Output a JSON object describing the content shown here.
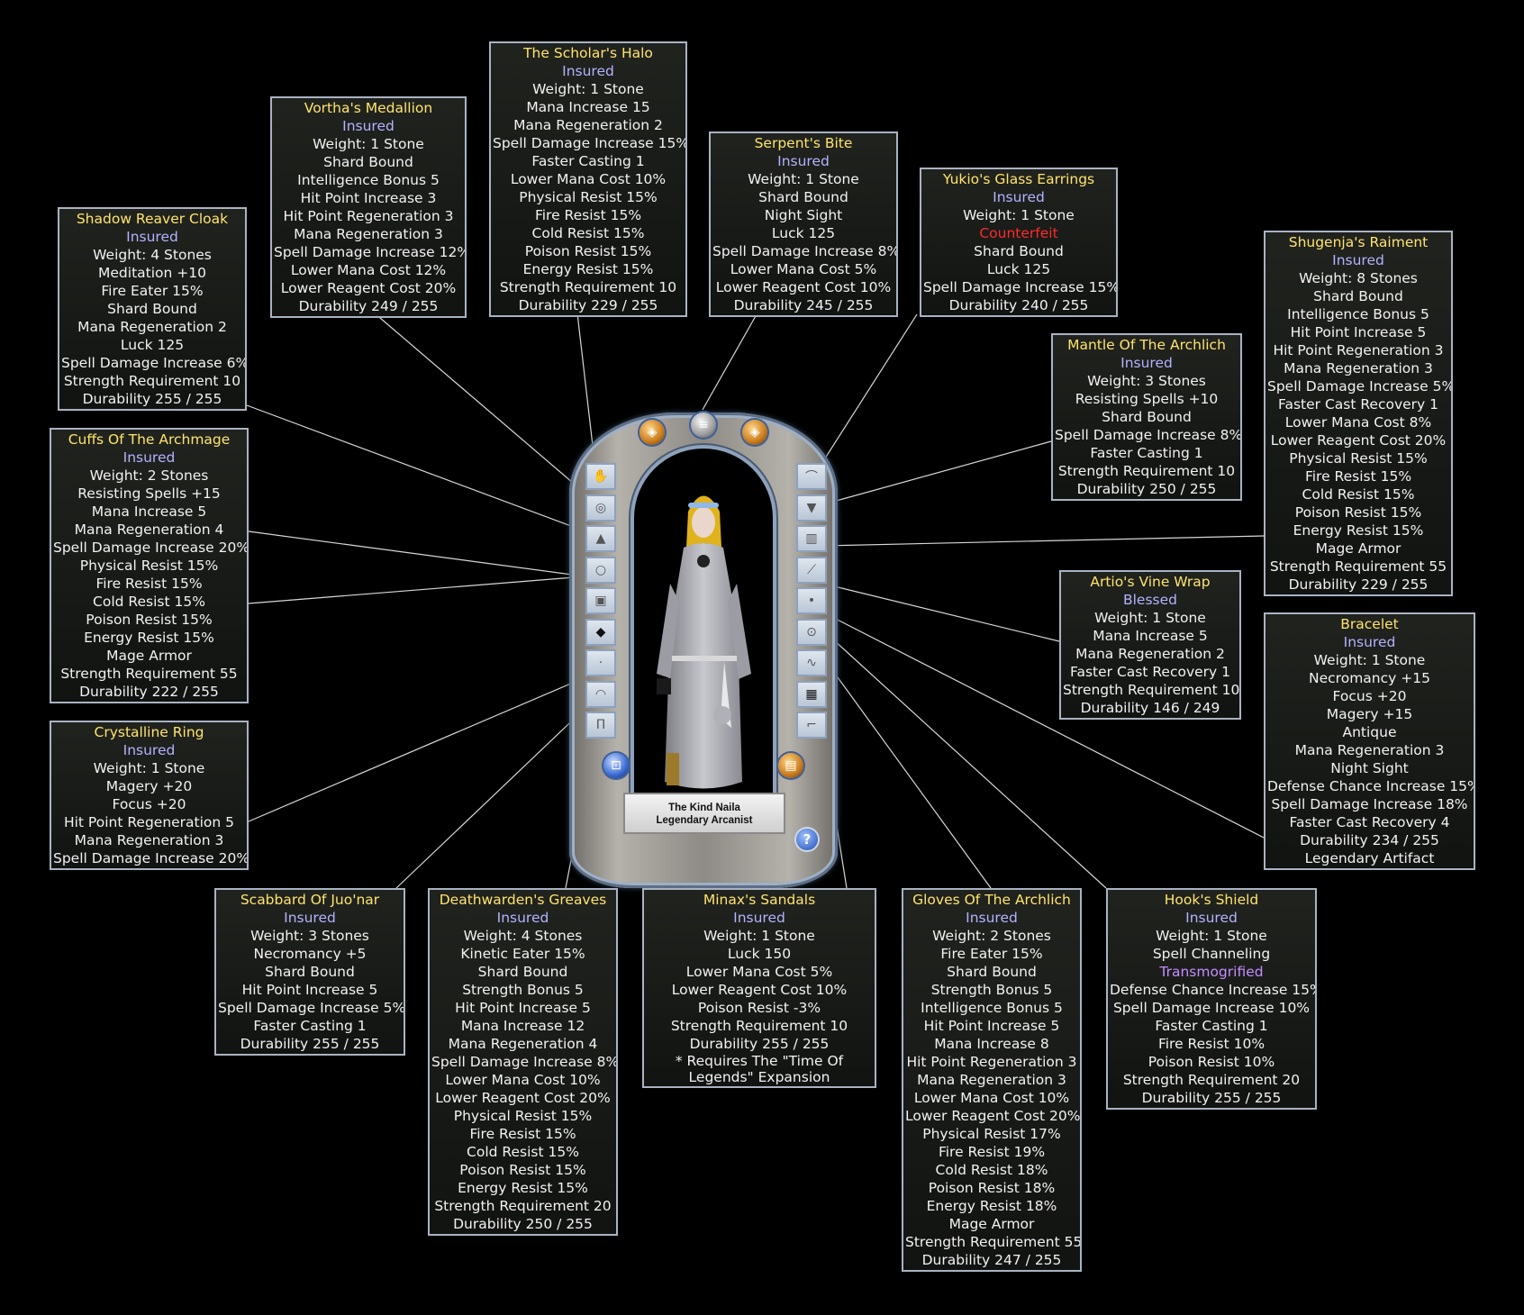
{
  "character": {
    "name": "The Kind Naila",
    "title": "Legendary Arcanist"
  },
  "paperdoll": {
    "left_slot_icons": [
      "gloves-icon",
      "necklace-icon",
      "robe-icon",
      "ring-icon",
      "chest-armor-icon",
      "talisman-icon",
      "earring-icon",
      "bracelet-icon",
      "leggings-icon"
    ],
    "right_slot_icons": [
      "hat-icon",
      "cloak-icon",
      "tunic-icon",
      "waist-icon",
      "ring-icon",
      "bag-icon",
      "sleeves-icon",
      "skirt-icon",
      "feet-icon"
    ],
    "help_label": "?"
  },
  "items": [
    {
      "id": "shadow-reaver-cloak",
      "lines": [
        {
          "t": "Shadow Reaver Cloak",
          "c": "ttl"
        },
        {
          "t": "Insured",
          "c": "ins"
        },
        {
          "t": "Weight: 4 Stones"
        },
        {
          "t": "Meditation +10"
        },
        {
          "t": "Fire Eater 15%"
        },
        {
          "t": "Shard Bound"
        },
        {
          "t": "Mana Regeneration 2"
        },
        {
          "t": "Luck 125"
        },
        {
          "t": "Spell Damage Increase 6%"
        },
        {
          "t": "Strength Requirement 10"
        },
        {
          "t": "Durability 255 / 255"
        }
      ]
    },
    {
      "id": "vorthas-medallion",
      "lines": [
        {
          "t": "Vortha's Medallion",
          "c": "ttl"
        },
        {
          "t": "Insured",
          "c": "ins"
        },
        {
          "t": "Weight: 1 Stone"
        },
        {
          "t": "Shard Bound"
        },
        {
          "t": "Intelligence Bonus 5"
        },
        {
          "t": "Hit Point Increase 3"
        },
        {
          "t": "Hit Point Regeneration 3"
        },
        {
          "t": "Mana Regeneration 3"
        },
        {
          "t": "Spell Damage Increase 12%"
        },
        {
          "t": "Lower Mana Cost 12%"
        },
        {
          "t": "Lower Reagent Cost 20%"
        },
        {
          "t": "Durability 249 / 255"
        }
      ]
    },
    {
      "id": "scholars-halo",
      "lines": [
        {
          "t": "The Scholar's Halo",
          "c": "ttl"
        },
        {
          "t": "Insured",
          "c": "ins"
        },
        {
          "t": "Weight: 1 Stone"
        },
        {
          "t": "Mana Increase 15"
        },
        {
          "t": "Mana Regeneration 2"
        },
        {
          "t": "Spell Damage Increase 15%"
        },
        {
          "t": "Faster Casting 1"
        },
        {
          "t": "Lower Mana Cost 10%"
        },
        {
          "t": "Physical Resist 15%"
        },
        {
          "t": "Fire Resist 15%"
        },
        {
          "t": "Cold Resist 15%"
        },
        {
          "t": "Poison Resist 15%"
        },
        {
          "t": "Energy Resist 15%"
        },
        {
          "t": "Strength Requirement 10"
        },
        {
          "t": "Durability 229 / 255"
        }
      ]
    },
    {
      "id": "serpents-bite",
      "lines": [
        {
          "t": "Serpent's Bite",
          "c": "ttl"
        },
        {
          "t": "Insured",
          "c": "ins"
        },
        {
          "t": "Weight: 1 Stone"
        },
        {
          "t": "Shard Bound"
        },
        {
          "t": "Night Sight"
        },
        {
          "t": "Luck 125"
        },
        {
          "t": "Spell Damage Increase 8%"
        },
        {
          "t": "Lower Mana Cost 5%"
        },
        {
          "t": "Lower Reagent Cost 10%"
        },
        {
          "t": "Durability 245 / 255"
        }
      ]
    },
    {
      "id": "yukios-glass-earrings",
      "lines": [
        {
          "t": "Yukio's Glass Earrings",
          "c": "ttl"
        },
        {
          "t": "Insured",
          "c": "ins"
        },
        {
          "t": "Weight: 1 Stone"
        },
        {
          "t": "Counterfeit",
          "c": "cf"
        },
        {
          "t": "Shard Bound"
        },
        {
          "t": "Luck 125"
        },
        {
          "t": "Spell Damage Increase 15%"
        },
        {
          "t": "Durability 240 / 255"
        }
      ]
    },
    {
      "id": "shugenjas-raiment",
      "lines": [
        {
          "t": "Shugenja's Raiment",
          "c": "ttl"
        },
        {
          "t": "Insured",
          "c": "ins"
        },
        {
          "t": "Weight: 8 Stones"
        },
        {
          "t": "Shard Bound"
        },
        {
          "t": "Intelligence Bonus 5"
        },
        {
          "t": "Hit Point Increase 5"
        },
        {
          "t": "Hit Point Regeneration 3"
        },
        {
          "t": "Mana Regeneration 3"
        },
        {
          "t": "Spell Damage Increase 5%"
        },
        {
          "t": "Faster Cast Recovery 1"
        },
        {
          "t": "Lower Mana Cost 8%"
        },
        {
          "t": "Lower Reagent Cost 20%"
        },
        {
          "t": "Physical Resist 15%"
        },
        {
          "t": "Fire Resist 15%"
        },
        {
          "t": "Cold Resist 15%"
        },
        {
          "t": "Poison Resist 15%"
        },
        {
          "t": "Energy Resist 15%"
        },
        {
          "t": "Mage Armor"
        },
        {
          "t": "Strength Requirement 55"
        },
        {
          "t": "Durability 229 / 255"
        }
      ]
    },
    {
      "id": "mantle-of-the-archlich",
      "lines": [
        {
          "t": "Mantle Of The Archlich",
          "c": "ttl"
        },
        {
          "t": "Insured",
          "c": "ins"
        },
        {
          "t": "Weight: 3 Stones"
        },
        {
          "t": "Resisting Spells +10"
        },
        {
          "t": "Shard Bound"
        },
        {
          "t": "Spell Damage Increase 8%"
        },
        {
          "t": "Faster Casting 1"
        },
        {
          "t": "Strength Requirement 10"
        },
        {
          "t": "Durability 250 / 255"
        }
      ]
    },
    {
      "id": "cuffs-of-the-archmage",
      "lines": [
        {
          "t": "Cuffs Of The Archmage",
          "c": "ttl"
        },
        {
          "t": "Insured",
          "c": "ins"
        },
        {
          "t": "Weight: 2 Stones"
        },
        {
          "t": "Resisting Spells +15"
        },
        {
          "t": "Mana Increase 5"
        },
        {
          "t": "Mana Regeneration 4"
        },
        {
          "t": "Spell Damage Increase 20%"
        },
        {
          "t": "Physical Resist 15%"
        },
        {
          "t": "Fire Resist 15%"
        },
        {
          "t": "Cold Resist 15%"
        },
        {
          "t": "Poison Resist 15%"
        },
        {
          "t": "Energy Resist 15%"
        },
        {
          "t": "Mage Armor"
        },
        {
          "t": "Strength Requirement 55"
        },
        {
          "t": "Durability 222 / 255"
        }
      ]
    },
    {
      "id": "artios-vine-wrap",
      "lines": [
        {
          "t": "Artio's Vine Wrap",
          "c": "ttl"
        },
        {
          "t": "Blessed",
          "c": "ins"
        },
        {
          "t": "Weight: 1 Stone"
        },
        {
          "t": "Mana Increase 5"
        },
        {
          "t": "Mana Regeneration 2"
        },
        {
          "t": "Faster Cast Recovery 1"
        },
        {
          "t": "Strength Requirement 10"
        },
        {
          "t": "Durability 146 / 249"
        }
      ]
    },
    {
      "id": "bracelet",
      "lines": [
        {
          "t": "Bracelet",
          "c": "ttl"
        },
        {
          "t": "Insured",
          "c": "ins"
        },
        {
          "t": "Weight: 1 Stone"
        },
        {
          "t": "Necromancy +15"
        },
        {
          "t": "Focus +20"
        },
        {
          "t": "Magery +15"
        },
        {
          "t": "Antique"
        },
        {
          "t": "Mana Regeneration 3"
        },
        {
          "t": "Night Sight"
        },
        {
          "t": "Defense Chance Increase 15%"
        },
        {
          "t": "Spell Damage Increase 18%"
        },
        {
          "t": "Faster Cast Recovery 4"
        },
        {
          "t": "Durability 234 / 255"
        },
        {
          "t": "Legendary Artifact"
        }
      ]
    },
    {
      "id": "crystalline-ring",
      "lines": [
        {
          "t": "Crystalline Ring",
          "c": "ttl"
        },
        {
          "t": "Insured",
          "c": "ins"
        },
        {
          "t": "Weight: 1 Stone"
        },
        {
          "t": "Magery +20"
        },
        {
          "t": "Focus +20"
        },
        {
          "t": "Hit Point Regeneration 5"
        },
        {
          "t": "Mana Regeneration 3"
        },
        {
          "t": "Spell Damage Increase 20%"
        }
      ]
    },
    {
      "id": "scabbard-of-juonar",
      "lines": [
        {
          "t": "Scabbard Of Juo'nar",
          "c": "ttl"
        },
        {
          "t": "Insured",
          "c": "ins"
        },
        {
          "t": "Weight: 3 Stones"
        },
        {
          "t": "Necromancy +5"
        },
        {
          "t": "Shard Bound"
        },
        {
          "t": "Hit Point Increase 5"
        },
        {
          "t": "Spell Damage Increase 5%"
        },
        {
          "t": "Faster Casting 1"
        },
        {
          "t": "Durability 255 / 255"
        }
      ]
    },
    {
      "id": "deathwardens-greaves",
      "lines": [
        {
          "t": "Deathwarden's Greaves",
          "c": "ttl"
        },
        {
          "t": "Insured",
          "c": "ins"
        },
        {
          "t": "Weight: 4 Stones"
        },
        {
          "t": "Kinetic Eater 15%"
        },
        {
          "t": "Shard Bound"
        },
        {
          "t": "Strength Bonus 5"
        },
        {
          "t": "Hit Point Increase 5"
        },
        {
          "t": "Mana Increase 12"
        },
        {
          "t": "Mana Regeneration 4"
        },
        {
          "t": "Spell Damage Increase 8%"
        },
        {
          "t": "Lower Mana Cost 10%"
        },
        {
          "t": "Lower Reagent Cost 20%"
        },
        {
          "t": "Physical Resist 15%"
        },
        {
          "t": "Fire Resist 15%"
        },
        {
          "t": "Cold Resist 15%"
        },
        {
          "t": "Poison Resist 15%"
        },
        {
          "t": "Energy Resist 15%"
        },
        {
          "t": "Strength Requirement 20"
        },
        {
          "t": "Durability 250 / 255"
        }
      ]
    },
    {
      "id": "minaxs-sandals",
      "lines": [
        {
          "t": "Minax's Sandals",
          "c": "ttl"
        },
        {
          "t": "Insured",
          "c": "ins"
        },
        {
          "t": "Weight: 1 Stone"
        },
        {
          "t": "Luck 150"
        },
        {
          "t": "Lower Mana Cost 5%"
        },
        {
          "t": "Lower Reagent Cost 10%"
        },
        {
          "t": "Poison Resist -3%"
        },
        {
          "t": "Strength Requirement 10"
        },
        {
          "t": "Durability 255 / 255"
        },
        {
          "t": "* Requires The \"Time Of Legends\" Expansion",
          "c": "wrap"
        }
      ]
    },
    {
      "id": "gloves-of-the-archlich",
      "lines": [
        {
          "t": "Gloves Of The Archlich",
          "c": "ttl"
        },
        {
          "t": "Insured",
          "c": "ins"
        },
        {
          "t": "Weight: 2 Stones"
        },
        {
          "t": "Fire Eater 15%"
        },
        {
          "t": "Shard Bound"
        },
        {
          "t": "Strength Bonus 5"
        },
        {
          "t": "Intelligence Bonus 5"
        },
        {
          "t": "Hit Point Increase 5"
        },
        {
          "t": "Mana Increase 8"
        },
        {
          "t": "Hit Point Regeneration 3"
        },
        {
          "t": "Mana Regeneration 3"
        },
        {
          "t": "Lower Mana Cost 10%"
        },
        {
          "t": "Lower Reagent Cost 20%"
        },
        {
          "t": "Physical Resist 17%"
        },
        {
          "t": "Fire Resist 19%"
        },
        {
          "t": "Cold Resist 18%"
        },
        {
          "t": "Poison Resist 18%"
        },
        {
          "t": "Energy Resist 18%"
        },
        {
          "t": "Mage Armor"
        },
        {
          "t": "Strength Requirement 55"
        },
        {
          "t": "Durability 247 / 255"
        }
      ]
    },
    {
      "id": "hooks-shield",
      "lines": [
        {
          "t": "Hook's Shield",
          "c": "ttl"
        },
        {
          "t": "Insured",
          "c": "ins"
        },
        {
          "t": "Weight: 1 Stone"
        },
        {
          "t": "Spell Channeling"
        },
        {
          "t": "Transmogrified",
          "c": "tm"
        },
        {
          "t": "Defense Chance Increase 15%"
        },
        {
          "t": "Spell Damage Increase 10%"
        },
        {
          "t": "Faster Casting 1"
        },
        {
          "t": "Fire Resist 10%"
        },
        {
          "t": "Poison Resist 10%"
        },
        {
          "t": "Strength Requirement 20"
        },
        {
          "t": "Durability 255 / 255"
        }
      ]
    }
  ]
}
